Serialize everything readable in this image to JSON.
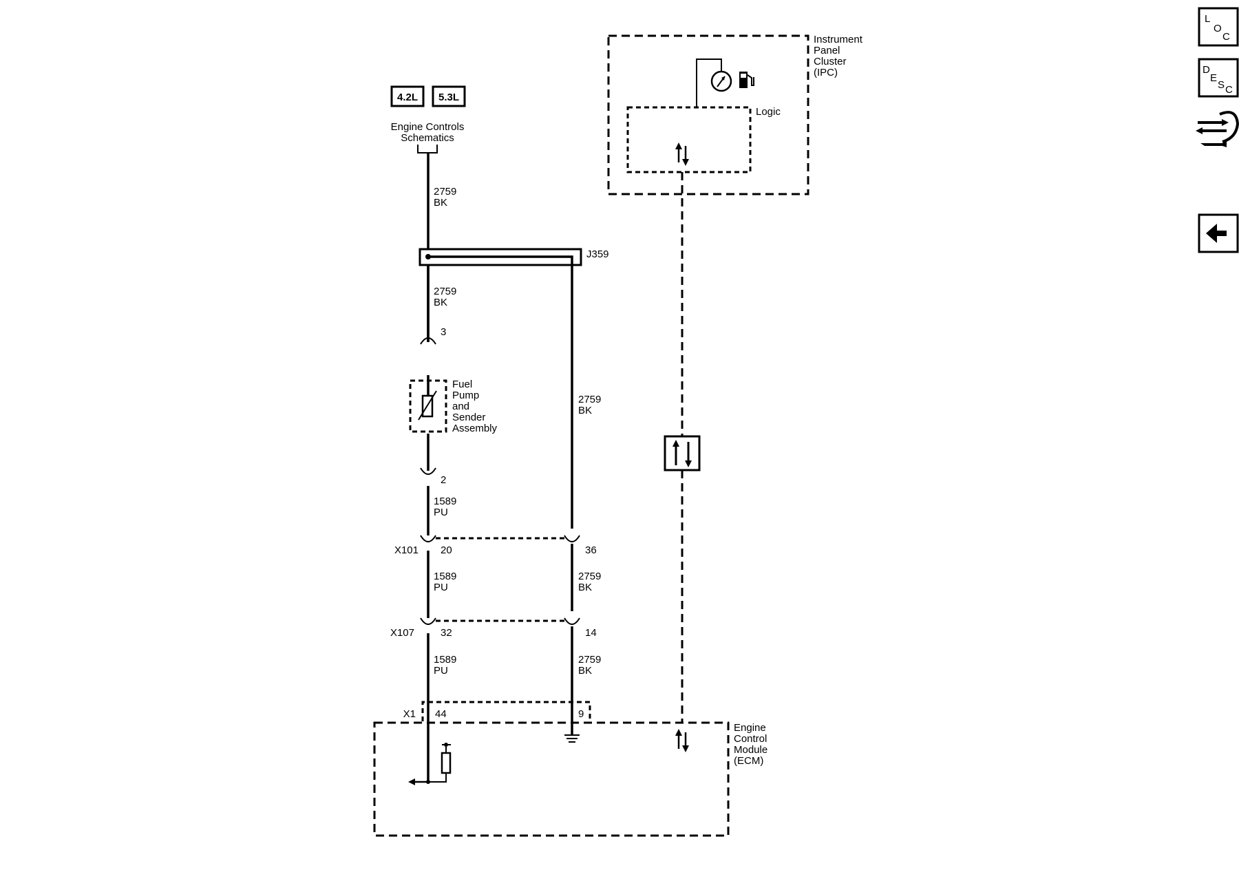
{
  "badges": {
    "engine_a": "4.2L",
    "engine_b": "5.3L"
  },
  "engine_controls_link": {
    "line1": "Engine Controls",
    "line2": "Schematics"
  },
  "splice": {
    "name": "J359"
  },
  "wires": {
    "w2759_top": {
      "circuit": "2759",
      "color": "BK"
    },
    "w2759_mid": {
      "circuit": "2759",
      "color": "BK"
    },
    "w2759_right": {
      "circuit": "2759",
      "color": "BK"
    },
    "w1589_a": {
      "circuit": "1589",
      "color": "PU"
    },
    "w1589_b": {
      "circuit": "1589",
      "color": "PU"
    },
    "w1589_c": {
      "circuit": "1589",
      "color": "PU"
    },
    "w2759_b": {
      "circuit": "2759",
      "color": "BK"
    },
    "w2759_c": {
      "circuit": "2759",
      "color": "BK"
    }
  },
  "fuel_sender": {
    "pin_top": "3",
    "pin_bottom": "2",
    "label": [
      "Fuel",
      "Pump",
      "and",
      "Sender",
      "Assembly"
    ]
  },
  "connectors": {
    "x101": {
      "name": "X101",
      "pin_left": "20",
      "pin_right": "36"
    },
    "x107": {
      "name": "X107",
      "pin_left": "32",
      "pin_right": "14"
    },
    "x1": {
      "name": "X1",
      "pin_left": "44",
      "pin_right": "9"
    }
  },
  "ipc": {
    "label": [
      "Instrument",
      "Panel",
      "Cluster",
      "(IPC)"
    ],
    "logic": "Logic"
  },
  "ecm": {
    "label": [
      "Engine",
      "Control",
      "Module",
      "(ECM)"
    ]
  },
  "sidebar": {
    "loc": {
      "icon": "loc-icon",
      "letters": [
        "L",
        "O",
        "C"
      ]
    },
    "desc": {
      "icon": "desc-icon",
      "letters": [
        "D",
        "E",
        "S",
        "C"
      ]
    },
    "connector": {
      "icon": "connector-tool-icon"
    },
    "back": {
      "icon": "back-arrow-icon"
    }
  }
}
